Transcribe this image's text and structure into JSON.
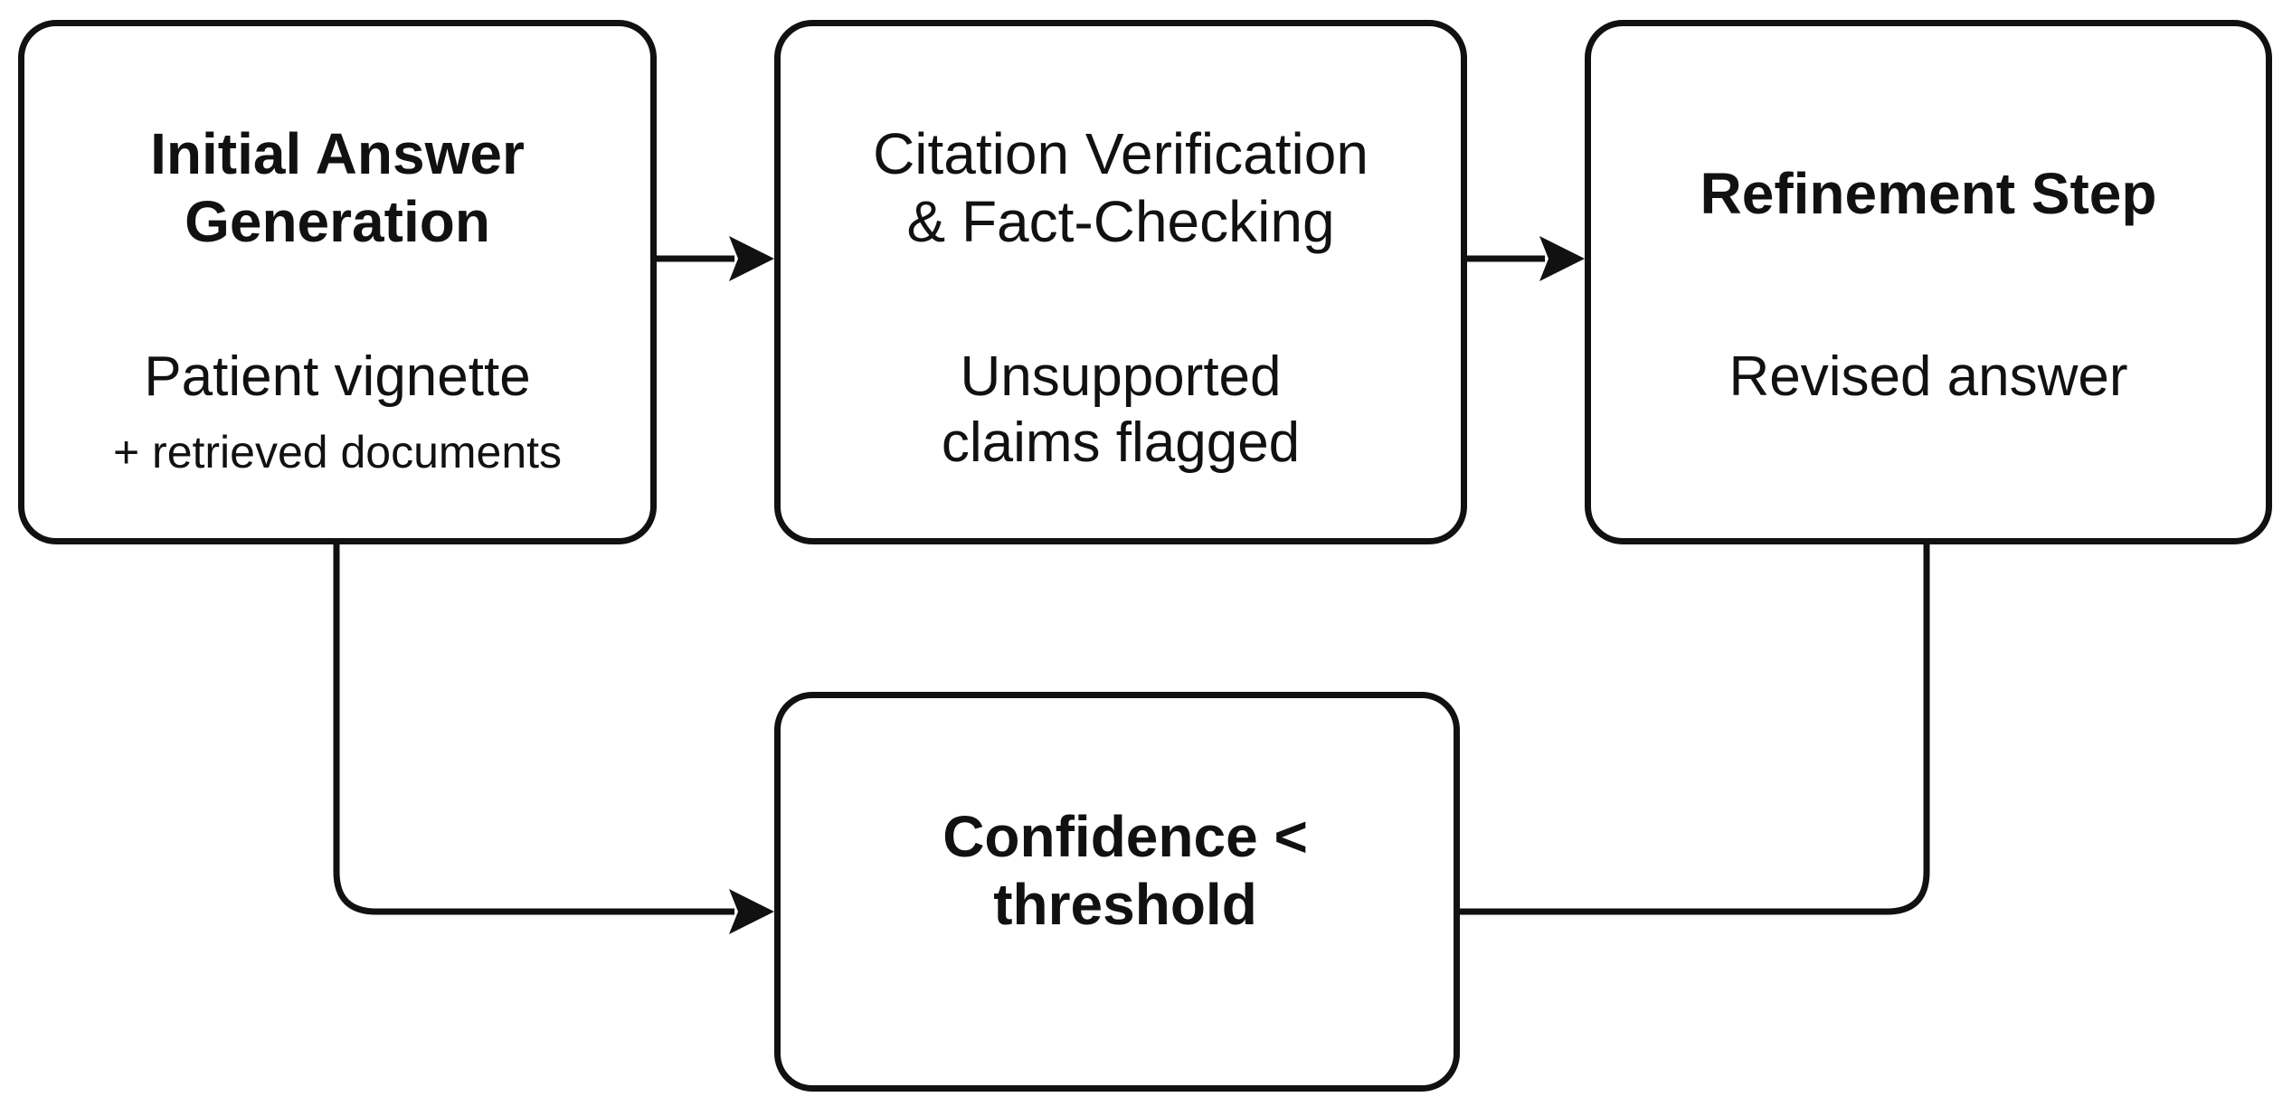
{
  "nodes": {
    "initial": {
      "title": "Initial Answer\nGeneration",
      "subtitle": "Patient vignette",
      "detail": "+ retrieved documents"
    },
    "citation": {
      "title": "Citation Verification\n& Fact-Checking",
      "subtitle": "Unsupported\nclaims flagged"
    },
    "refinement": {
      "title": "Refinement Step",
      "subtitle": "Revised answer"
    },
    "confidence": {
      "title": "Confidence <\nthreshold"
    }
  },
  "edges": [
    {
      "from": "initial",
      "to": "citation"
    },
    {
      "from": "citation",
      "to": "refinement"
    },
    {
      "from": "initial",
      "to": "confidence"
    },
    {
      "from": "refinement",
      "to": "confidence"
    }
  ],
  "colors": {
    "stroke": "#111111",
    "background": "#ffffff"
  }
}
